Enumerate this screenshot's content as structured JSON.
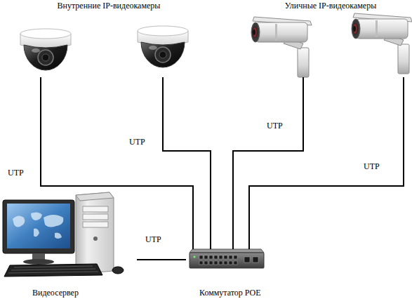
{
  "diagram": {
    "nodes": [
      {
        "text": [
          "Внутренние IP-видеокамеры"
        ]
      },
      {
        "text": [
          "Уличные IP-видеокамеры"
        ]
      },
      {
        "text": [
          "Видеосервер"
        ]
      },
      {
        "text": [
          "Коммутатор POE"
        ]
      }
    ],
    "edges": [
      {
        "from": 0,
        "to": 3,
        "arrow": "none",
        "label": "UTP"
      },
      {
        "from": 0,
        "to": 3,
        "arrow": "none",
        "label": "UTP"
      },
      {
        "from": 1,
        "to": 3,
        "arrow": "none",
        "label": "UTP"
      },
      {
        "from": 1,
        "to": 3,
        "arrow": "none",
        "label": "UTP"
      },
      {
        "from": 2,
        "to": 3,
        "arrow": "none",
        "label": "UTP"
      }
    ]
  }
}
